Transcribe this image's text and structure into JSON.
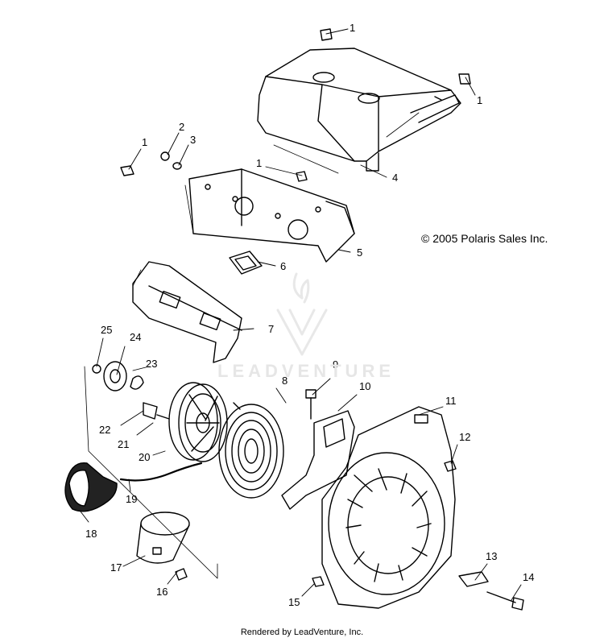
{
  "diagram": {
    "copyright": "© 2005 Polaris Sales Inc.",
    "footer": "Rendered by LeadVenture, Inc.",
    "watermark": "LEADVENTURE",
    "callouts": {
      "c1a": "1",
      "c1b": "1",
      "c1c": "1",
      "c1d": "1",
      "c2": "2",
      "c3": "3",
      "c4": "4",
      "c5": "5",
      "c6": "6",
      "c7": "7",
      "c8": "8",
      "c9": "9",
      "c10": "10",
      "c11": "11",
      "c12": "12",
      "c13": "13",
      "c14": "14",
      "c15": "15",
      "c16": "16",
      "c17": "17",
      "c18": "18",
      "c19": "19",
      "c20": "20",
      "c21": "21",
      "c22": "22",
      "c23": "23",
      "c24": "24",
      "c25": "25"
    }
  }
}
